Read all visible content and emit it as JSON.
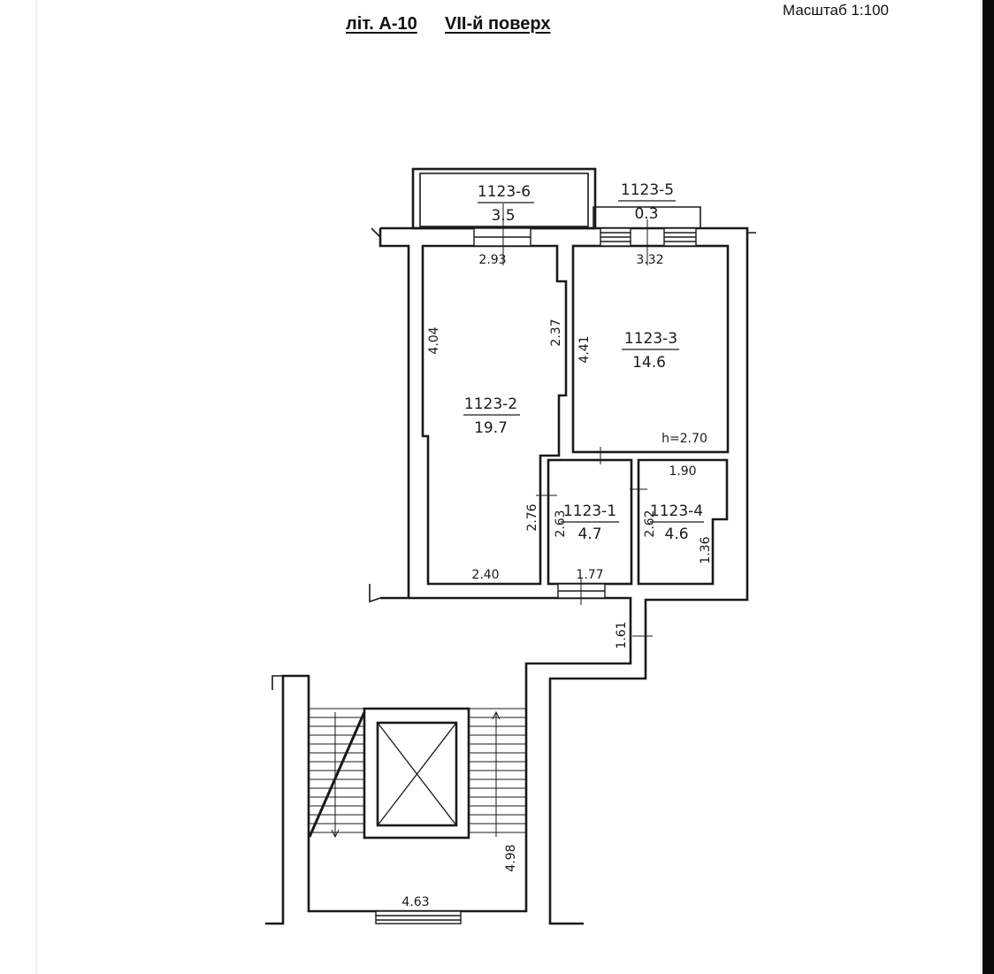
{
  "header": {
    "building_label": "літ. А-10",
    "floor_label": "VII-й поверх",
    "scale_label": "Масштаб 1:100"
  },
  "rooms": [
    {
      "id": "1123-6",
      "area": "3.5"
    },
    {
      "id": "1123-5",
      "area": "0.3"
    },
    {
      "id": "1123-3",
      "area": "14.6"
    },
    {
      "id": "1123-2",
      "area": "19.7"
    },
    {
      "id": "1123-1",
      "area": "4.7"
    },
    {
      "id": "1123-4",
      "area": "4.6"
    }
  ],
  "dimensions": {
    "room2_width_top": "2.93",
    "room3_width_top": "3.32",
    "room2_height": "4.04",
    "room2_notch_height": "2.37",
    "room3_height": "4.41",
    "ceiling_height": "h=2.70",
    "room4_width": "1.90",
    "room2_lower_height": "2.76",
    "room1_height": "2.63",
    "room4_height": "2.62",
    "room4_notch": "1.36",
    "room2_width_bottom": "2.40",
    "room1_width": "1.77",
    "corridor_length": "1.61",
    "stair_height": "4.98",
    "stair_width": "4.63"
  }
}
